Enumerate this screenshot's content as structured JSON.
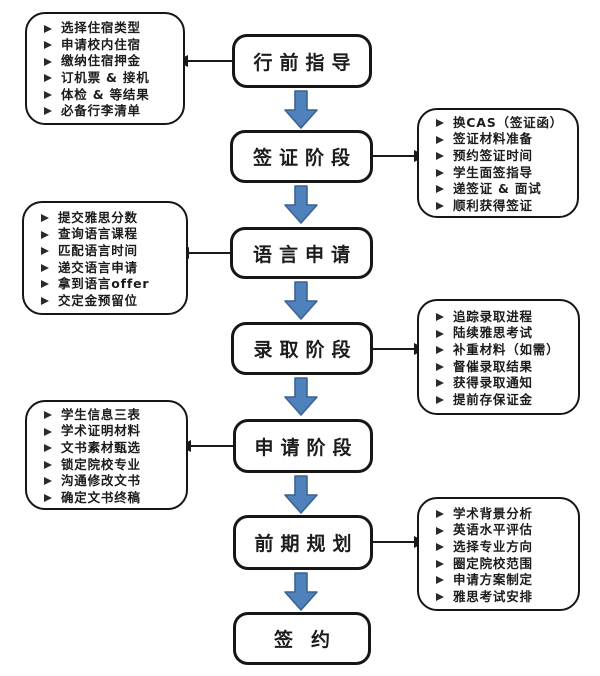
{
  "diagram": {
    "type": "flowchart",
    "direction": "top-to-bottom",
    "description_visible_text_only": true
  },
  "colors": {
    "background": "#ffffff",
    "box_border": "#161616",
    "text": "#1c1c1c",
    "flow_arrow_fill": "#4f81bd",
    "flow_arrow_border": "#3a648f",
    "connector": "#1a1a1a"
  },
  "icons": {
    "bullet_arrow": "➢",
    "flow_down_arrow": "⬇",
    "connector_left_arrow": "←",
    "connector_right_arrow": "→"
  },
  "stages": [
    {
      "label": "行前指导"
    },
    {
      "label": "签证阶段"
    },
    {
      "label": "语言申请"
    },
    {
      "label": "录取阶段"
    },
    {
      "label": "申请阶段"
    },
    {
      "label": "前期规划"
    },
    {
      "label": "签约"
    }
  ],
  "panels": [
    {
      "side": "left",
      "linked_stage": "行前指导",
      "items": [
        "选择住宿类型",
        "申请校内住宿",
        "缴纳住宿押金",
        "订机票 & 接机",
        "体检 & 等结果",
        "必备行李清单"
      ]
    },
    {
      "side": "right",
      "linked_stage": "签证阶段",
      "items": [
        "换CAS（签证函）",
        "签证材料准备",
        "预约签证时间",
        "学生面签指导",
        "递签证 & 面试",
        "顺利获得签证"
      ]
    },
    {
      "side": "left",
      "linked_stage": "语言申请",
      "items": [
        "提交雅思分数",
        "查询语言课程",
        "匹配语言时间",
        "递交语言申请",
        "拿到语言offer",
        "交定金预留位"
      ]
    },
    {
      "side": "right",
      "linked_stage": "录取阶段",
      "items": [
        "追踪录取进程",
        "陆续雅思考试",
        "补重材料（如需）",
        "督催录取结果",
        "获得录取通知",
        "提前存保证金"
      ]
    },
    {
      "side": "left",
      "linked_stage": "申请阶段",
      "items": [
        "学生信息三表",
        "学术证明材料",
        "文书素材甄选",
        "锁定院校专业",
        "沟通修改文书",
        "确定文书终稿"
      ]
    },
    {
      "side": "right",
      "linked_stage": "前期规划",
      "items": [
        "学术背景分析",
        "英语水平评估",
        "选择专业方向",
        "圈定院校范围",
        "申请方案制定",
        "雅思考试安排"
      ]
    }
  ]
}
